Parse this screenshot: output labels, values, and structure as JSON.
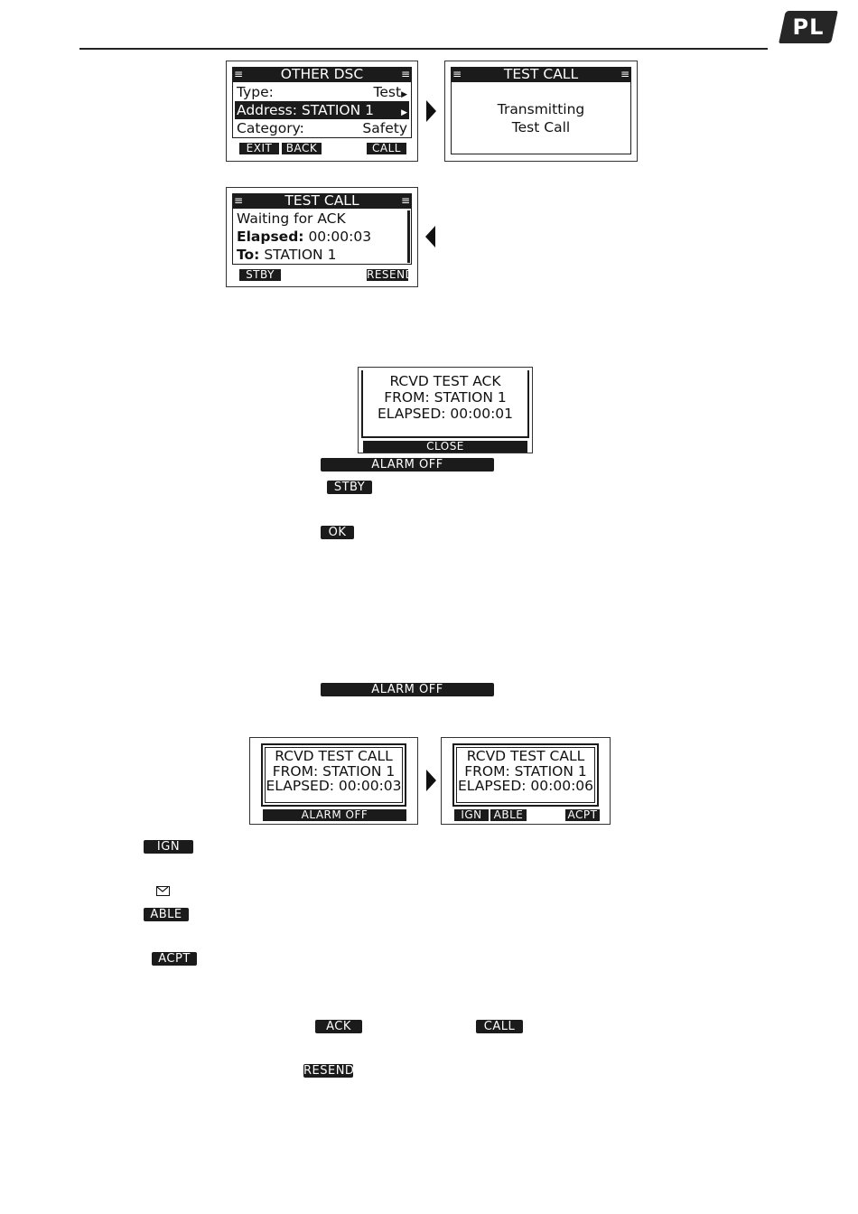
{
  "header": {
    "language_tab": "PL"
  },
  "screen_other_dsc": {
    "title": "OTHER DSC",
    "rows": [
      {
        "label": "Type:",
        "value": "Test"
      },
      {
        "label": "Address: STATION 1",
        "value": ""
      },
      {
        "label": "Category:",
        "value": "Safety"
      }
    ],
    "softkeys": {
      "exit": "EXIT",
      "back": "BACK",
      "call": "CALL"
    }
  },
  "screen_transmitting": {
    "title": "TEST CALL",
    "message_line1": "Transmitting",
    "message_line2": "Test Call"
  },
  "screen_waiting": {
    "title": "TEST CALL",
    "line1": "Waiting for ACK",
    "elapsed_label": "Elapsed:",
    "elapsed_value": "00:00:03",
    "to_label": "To:",
    "to_value": "STATION 1",
    "softkeys": {
      "stby": "STBY",
      "resend": "RESEND"
    }
  },
  "screen_rcvd_ack": {
    "line1": "RCVD TEST ACK",
    "line2": "FROM: STATION 1",
    "line3": "ELAPSED: 00:00:01",
    "softkey_close": "CLOSE"
  },
  "inline_keys": {
    "alarm_off_1": "ALARM OFF",
    "stby": "STBY",
    "ok": "OK",
    "alarm_off_2": "ALARM OFF",
    "ign": "IGN",
    "able": "ABLE",
    "acpt": "ACPT",
    "ack": "ACK",
    "call": "CALL",
    "resend": "RESEND"
  },
  "screen_rcvd_call_1": {
    "line1": "RCVD TEST CALL",
    "line2": "FROM: STATION 1",
    "line3": "ELAPSED: 00:00:03",
    "softkey_alarm_off": "ALARM OFF"
  },
  "screen_rcvd_call_2": {
    "line1": "RCVD TEST CALL",
    "line2": "FROM: STATION 1",
    "line3": "ELAPSED: 00:00:06",
    "softkeys": {
      "ign": "IGN",
      "able": "ABLE",
      "acpt": "ACPT"
    }
  }
}
